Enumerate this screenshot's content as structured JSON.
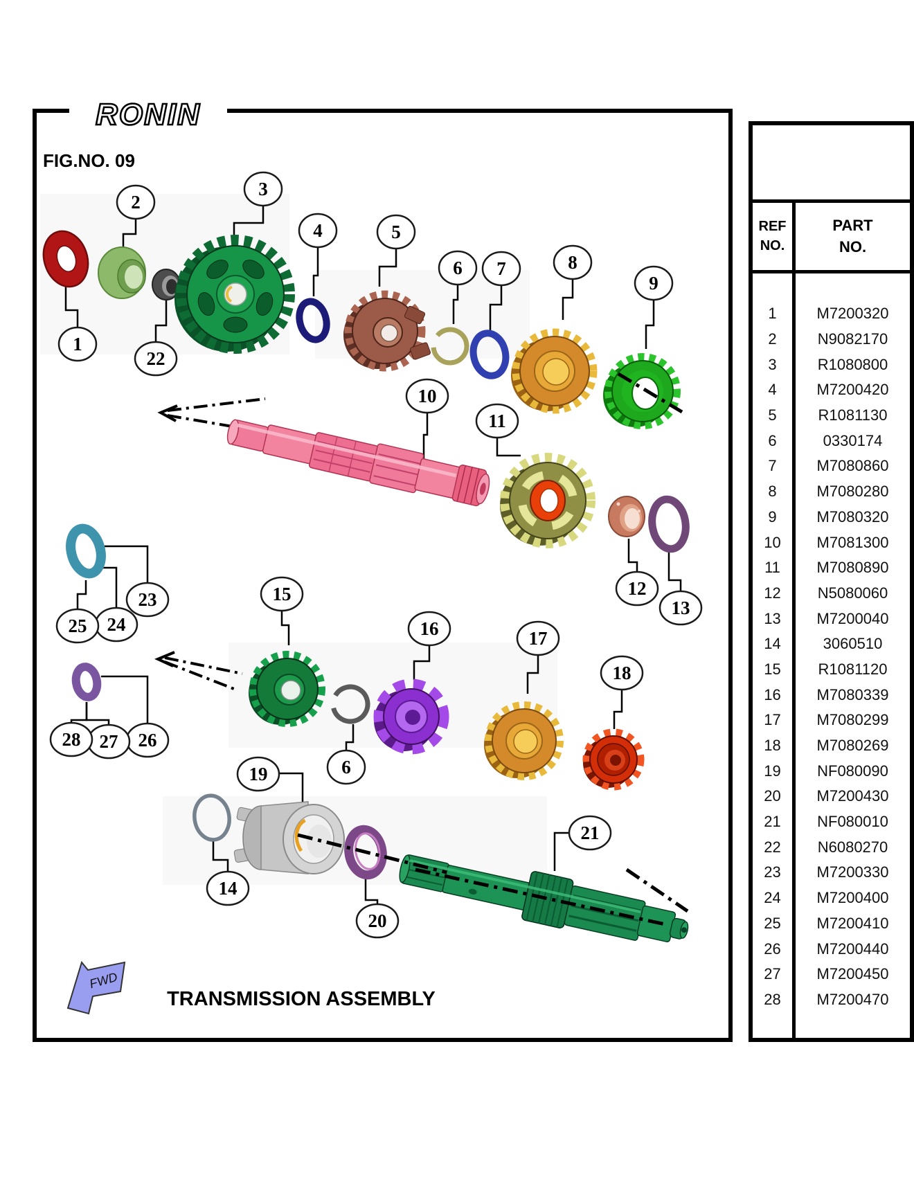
{
  "brand": {
    "logo_text": "RONIN"
  },
  "figure": {
    "number": "FIG.NO. 09",
    "title": "TRANSMISSION ASSEMBLY",
    "fwd_label": "FWD"
  },
  "callouts": {
    "1": "1",
    "2": "2",
    "3": "3",
    "4": "4",
    "5": "5",
    "6": "6",
    "7": "7",
    "8": "8",
    "9": "9",
    "10": "10",
    "11": "11",
    "12": "12",
    "13": "13",
    "14": "14",
    "15": "15",
    "16": "16",
    "17": "17",
    "18": "18",
    "19": "19",
    "20": "20",
    "21": "21",
    "22": "22",
    "23": "23",
    "24": "24",
    "25": "25",
    "26": "26",
    "27": "27",
    "28": "28"
  },
  "table": {
    "header": {
      "ref_line1": "REF",
      "ref_line2": "NO.",
      "part_line1": "PART",
      "part_line2": "NO."
    },
    "rows": [
      {
        "ref": "1",
        "part": "M7200320"
      },
      {
        "ref": "2",
        "part": "N9082170"
      },
      {
        "ref": "3",
        "part": "R1080800"
      },
      {
        "ref": "4",
        "part": "M7200420"
      },
      {
        "ref": "5",
        "part": "R1081130"
      },
      {
        "ref": "6",
        "part": "0330174"
      },
      {
        "ref": "7",
        "part": "M7080860"
      },
      {
        "ref": "8",
        "part": "M7080280"
      },
      {
        "ref": "9",
        "part": "M7080320"
      },
      {
        "ref": "10",
        "part": "M7081300"
      },
      {
        "ref": "11",
        "part": "M7080890"
      },
      {
        "ref": "12",
        "part": "N5080060"
      },
      {
        "ref": "13",
        "part": "M7200040"
      },
      {
        "ref": "14",
        "part": "3060510"
      },
      {
        "ref": "15",
        "part": "R1081120"
      },
      {
        "ref": "16",
        "part": "M7080339"
      },
      {
        "ref": "17",
        "part": "M7080299"
      },
      {
        "ref": "18",
        "part": "M7080269"
      },
      {
        "ref": "19",
        "part": "NF080090"
      },
      {
        "ref": "20",
        "part": "M7200430"
      },
      {
        "ref": "21",
        "part": "NF080010"
      },
      {
        "ref": "22",
        "part": "N6080270"
      },
      {
        "ref": "23",
        "part": "M7200330"
      },
      {
        "ref": "24",
        "part": "M7200400"
      },
      {
        "ref": "25",
        "part": "M7200410"
      },
      {
        "ref": "26",
        "part": "M7200440"
      },
      {
        "ref": "27",
        "part": "M7200450"
      },
      {
        "ref": "28",
        "part": "M7200470"
      }
    ]
  },
  "colors": {
    "part1_washer": "#b21515",
    "part2_bushing": "#8cb96a",
    "part22_bushing": "#4d4d4d",
    "part3_gear": "#169447",
    "part4_ring": "#1c1c78",
    "part5_gear": "#9c5a49",
    "part6_circlip": "#a8a25a",
    "part7_ring": "#3040b0",
    "part8_gear": "#d4892b",
    "part9_gear": "#1da81d",
    "part10_shaft": "#f2849f",
    "part11_gear": "#8f8f46",
    "part12_bushing": "#c87a60",
    "part13_ring": "#6f4878",
    "part14_oring": "#76828e",
    "part15_gear": "#137a3a",
    "part16_gear": "#8b2fd0",
    "part17_gear": "#d4892b",
    "part18_gear": "#d42e08",
    "part19_hub": "#c6c6c6",
    "part20_ring": "#7c4888",
    "part21_shaft": "#1b8a50",
    "part23_ring": "#3e93ad",
    "part26_ring": "#7a56a0",
    "fwd_arrow": "#9a9ef0",
    "line": "#000000"
  }
}
